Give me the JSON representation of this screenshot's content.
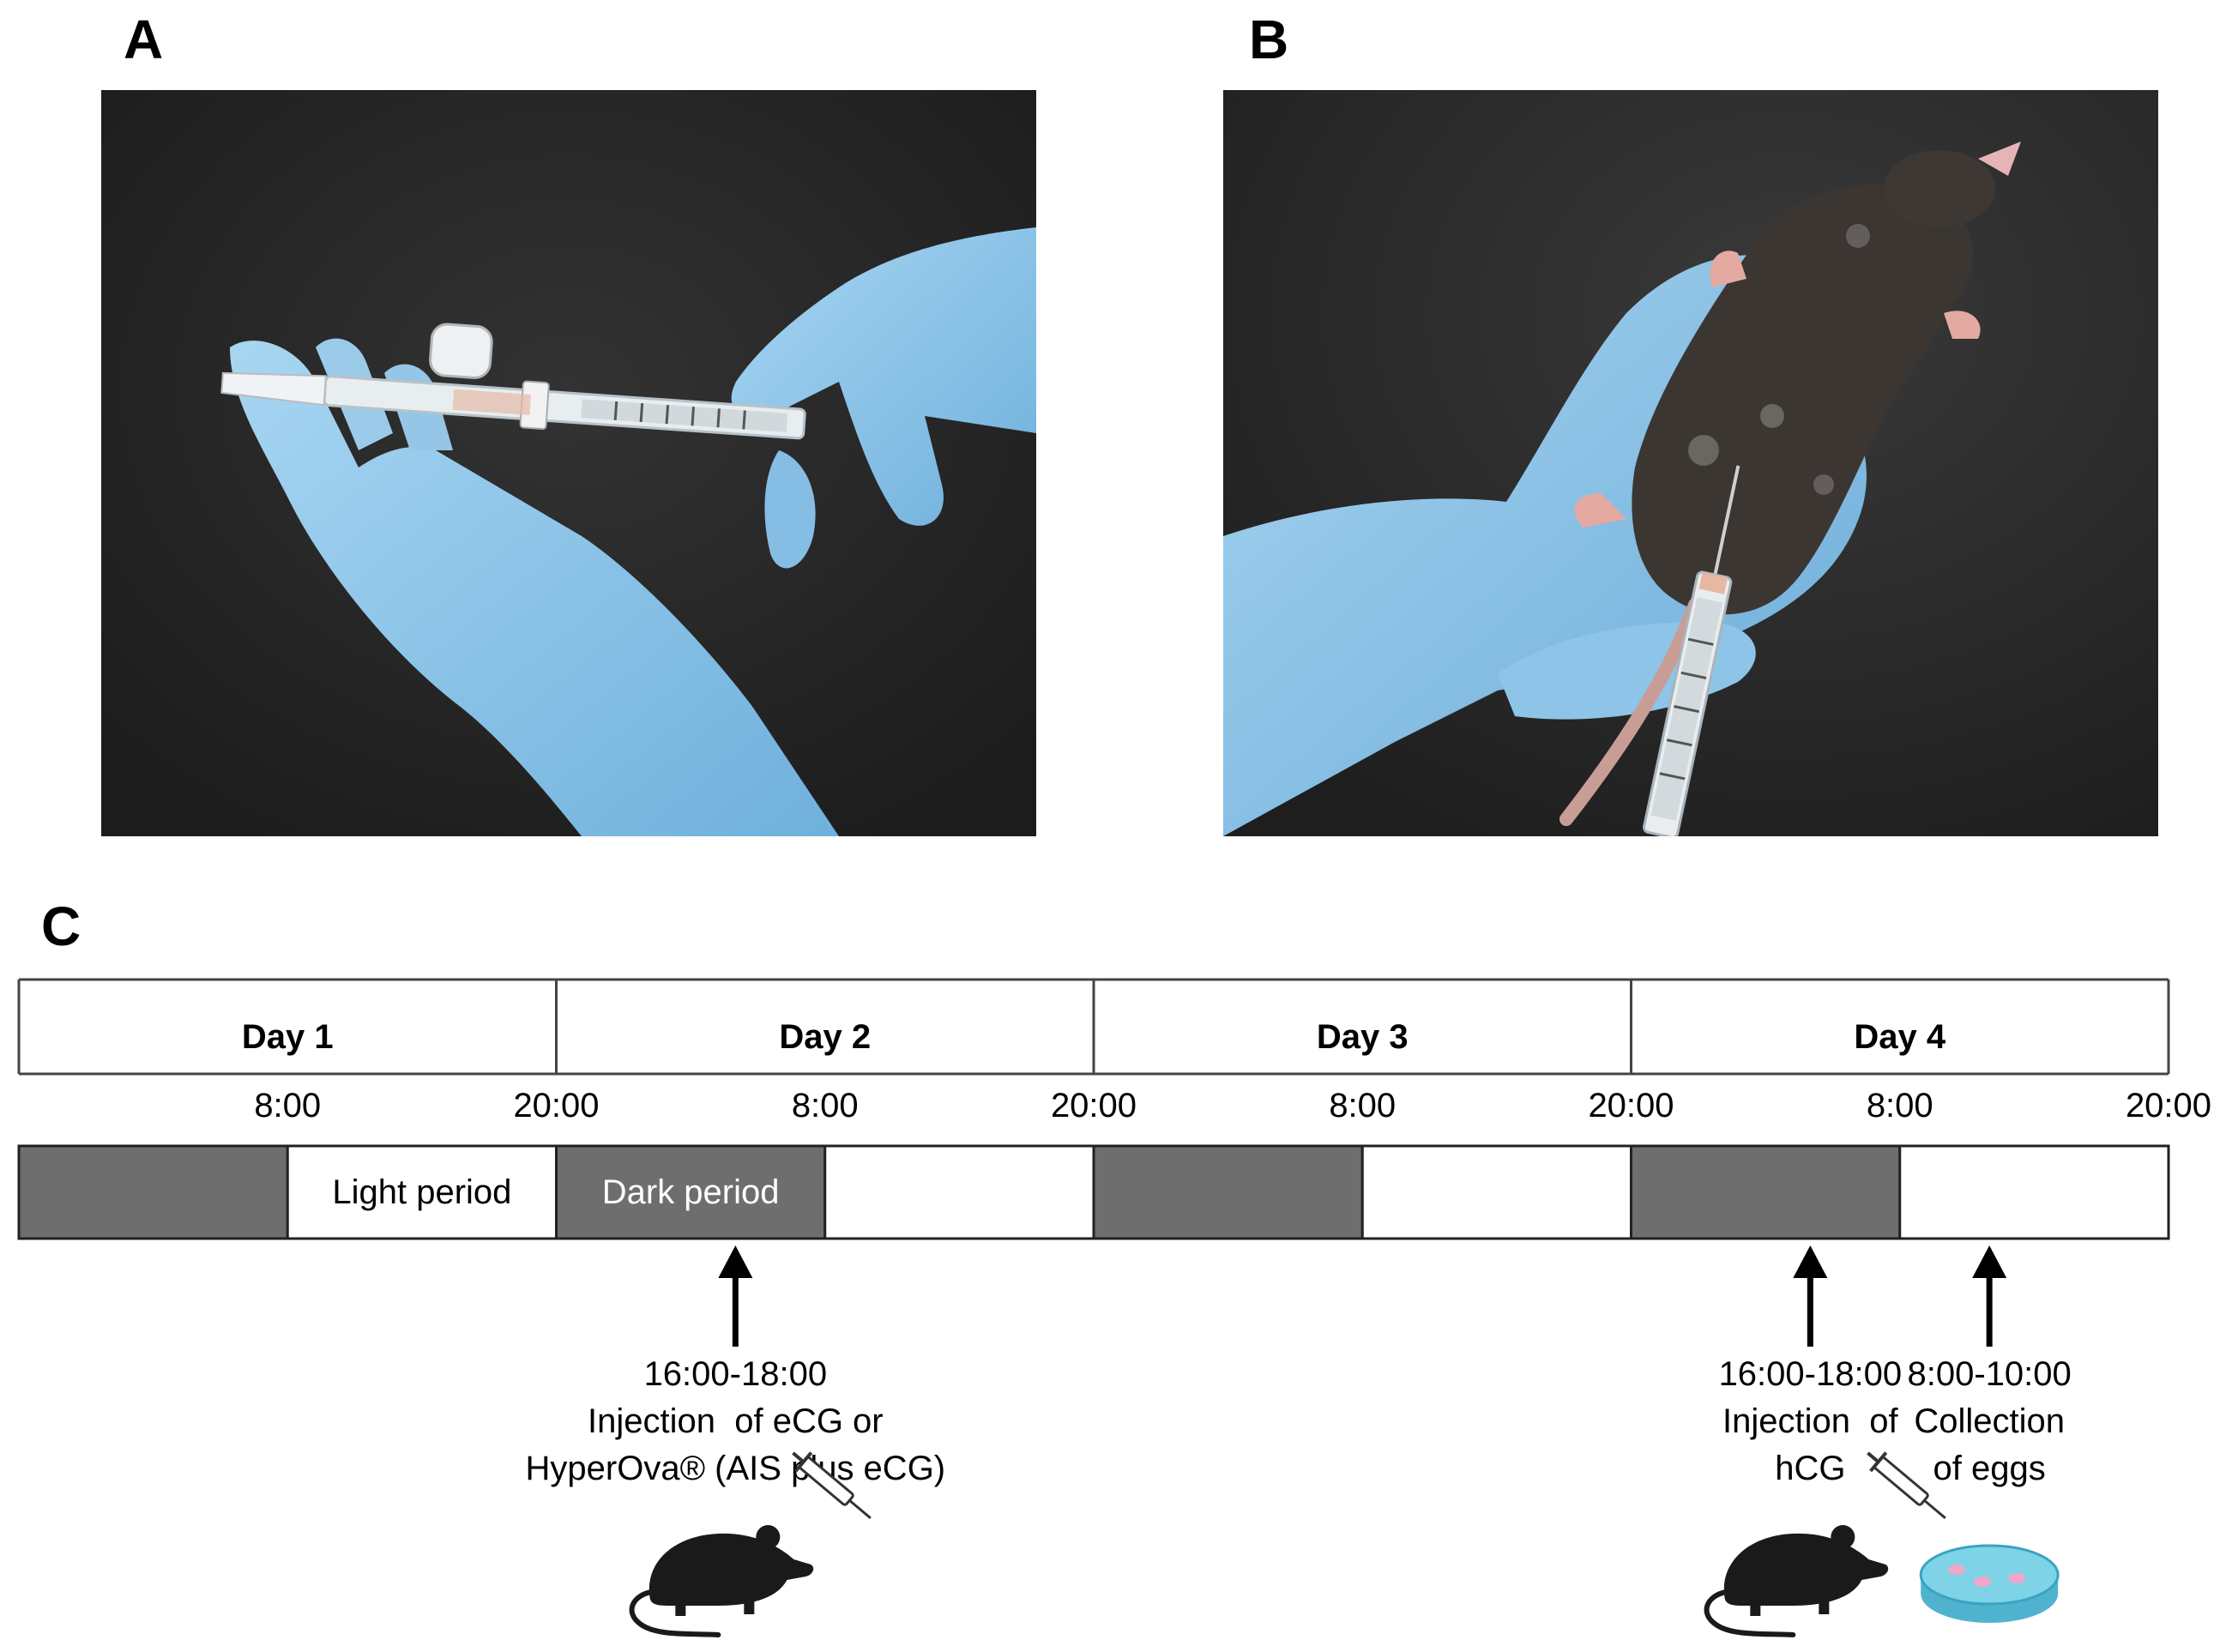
{
  "panels": {
    "a_label": "A",
    "b_label": "B",
    "c_label": "C"
  },
  "photos": {
    "a_icon": "gloved-hands-syringe-photo",
    "b_icon": "mouse-injection-photo"
  },
  "colors": {
    "dark_period": "#6e6e6e",
    "light_period": "#ffffff",
    "glove": "#8fc6e8",
    "dish": "#7fd3e6"
  },
  "timeline": {
    "days": [
      "Day 1",
      "Day 2",
      "Day 3",
      "Day 4"
    ],
    "times": [
      "8:00",
      "20:00",
      "8:00",
      "20:00",
      "8:00",
      "20:00",
      "8:00",
      "20:00"
    ],
    "period_labels": {
      "light": "Light period",
      "dark": "Dark period"
    },
    "periods": [
      "dark",
      "light",
      "dark",
      "light",
      "dark",
      "light",
      "dark",
      "light"
    ],
    "events": [
      {
        "hour": 64,
        "lines": [
          "16:00-18:00",
          "Injection  of eCG or",
          "HyperOva® (AIS plus eCG)"
        ],
        "icon": "mouse-syringe-icon"
      },
      {
        "hour": 160,
        "lines": [
          "16:00-18:00",
          "Injection  of",
          "hCG"
        ],
        "icon": "mouse-syringe-icon"
      },
      {
        "hour": 176,
        "lines": [
          "8:00-10:00",
          "Collection",
          "of eggs"
        ],
        "icon": "petri-dish-icon"
      }
    ]
  }
}
